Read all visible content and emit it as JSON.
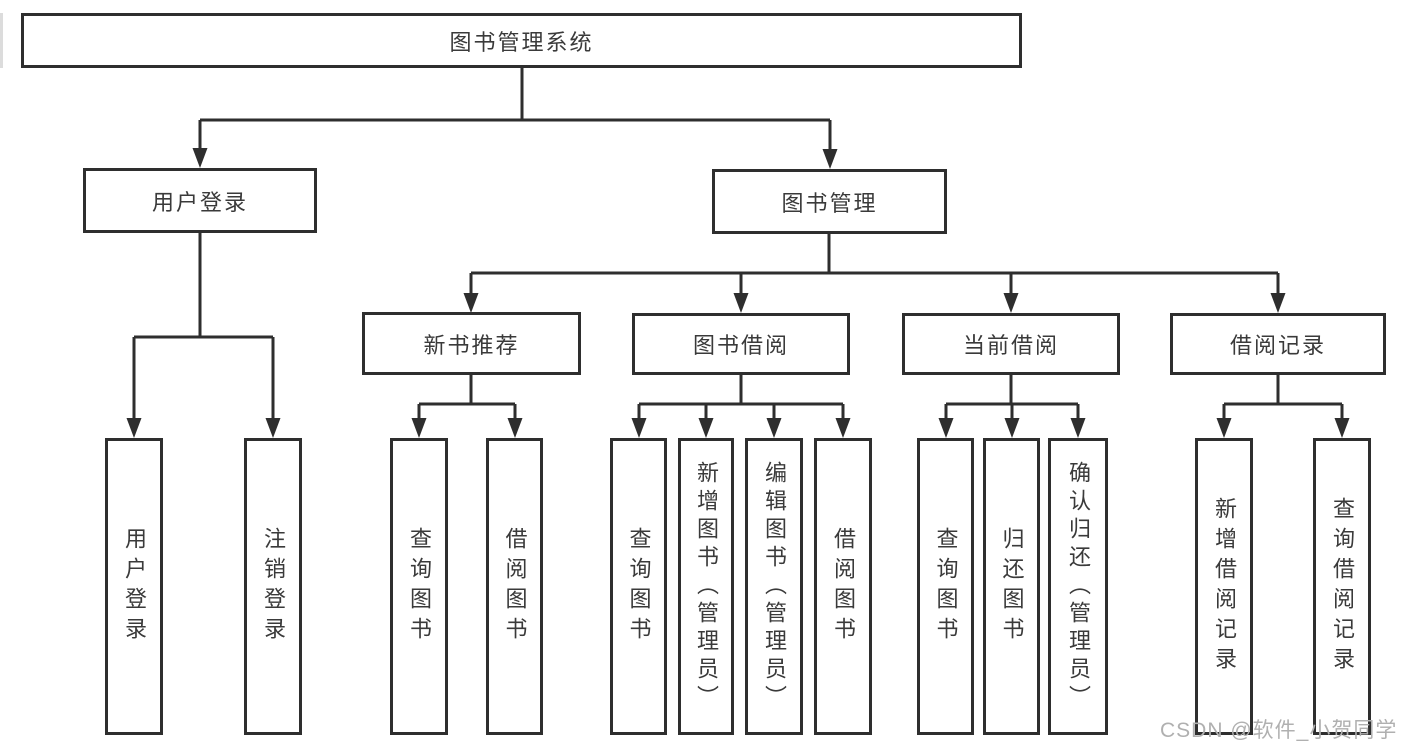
{
  "diagram": {
    "root": {
      "label": "图书管理系统"
    },
    "level2": {
      "user_login": {
        "label": "用户登录"
      },
      "book_management": {
        "label": "图书管理"
      }
    },
    "level3": {
      "new_book_recommend": {
        "label": "新书推荐"
      },
      "book_borrowing": {
        "label": "图书借阅"
      },
      "current_borrowing": {
        "label": "当前借阅"
      },
      "borrowing_records": {
        "label": "借阅记录"
      }
    },
    "leaves": {
      "user_login": {
        "label": "用户登录"
      },
      "logout": {
        "label": "注销登录"
      },
      "query_books_recommend": {
        "label": "查询图书"
      },
      "borrow_books_recommend": {
        "label": "借阅图书"
      },
      "query_books_borrowing": {
        "label": "查询图书"
      },
      "add_books_admin": {
        "label": "新增图书（管理员）"
      },
      "edit_books_admin": {
        "label": "编辑图书（管理员）"
      },
      "borrow_books_borrowing": {
        "label": "借阅图书"
      },
      "query_books_current": {
        "label": "查询图书"
      },
      "return_books": {
        "label": "归还图书"
      },
      "confirm_return_admin": {
        "label": "确认归还（管理员）"
      },
      "add_borrow_record": {
        "label": "新增借阅记录"
      },
      "query_borrow_record": {
        "label": "查询借阅记录"
      }
    }
  },
  "watermark": {
    "text": "CSDN @软件_小贺同学"
  },
  "colors": {
    "line": "#2e2e2e",
    "box_border": "#2e2e2e",
    "text": "#3a3a3a",
    "watermark": "#b0b0b0",
    "background": "#ffffff"
  }
}
